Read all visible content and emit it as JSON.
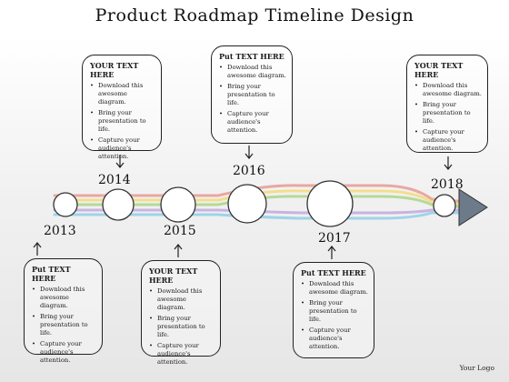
{
  "title": "Product Roadmap Timeline Design",
  "milestones": [
    {
      "year": "2013",
      "box": {
        "heading": "Put TEXT HERE",
        "bullets": [
          "Download this awesome diagram.",
          "Bring your presentation to life.",
          "Capture your audience's attention."
        ]
      }
    },
    {
      "year": "2014",
      "box": {
        "heading": "YOUR TEXT HERE",
        "bullets": [
          "Download this awesome diagram.",
          "Bring your presentation to life.",
          "Capture your audience's attention."
        ]
      }
    },
    {
      "year": "2015",
      "box": {
        "heading": "YOUR TEXT HERE",
        "bullets": [
          "Download this awesome diagram.",
          "Bring your presentation to life.",
          "Capture your audience's attention."
        ]
      }
    },
    {
      "year": "2016",
      "box": {
        "heading": "Put TEXT HERE",
        "bullets": [
          "Download this awesome diagram.",
          "Bring your presentation to life.",
          "Capture your audience's attention."
        ]
      }
    },
    {
      "year": "2017",
      "box": {
        "heading": "Put TEXT HERE",
        "bullets": [
          "Download this awesome diagram.",
          "Bring your presentation to life.",
          "Capture your audience's attention."
        ]
      }
    },
    {
      "year": "2018",
      "box": {
        "heading": "YOUR TEXT HERE",
        "bullets": [
          "Download this awesome diagram.",
          "Bring your presentation to life.",
          "Capture your audience's attention."
        ]
      }
    }
  ],
  "stripe_colors": [
    "#e9a7a3",
    "#f3de8c",
    "#b6d99a",
    "#c9b3e0",
    "#9fd3ea"
  ],
  "arrow_color": "#6c7a8a",
  "logo": "Your Logo"
}
